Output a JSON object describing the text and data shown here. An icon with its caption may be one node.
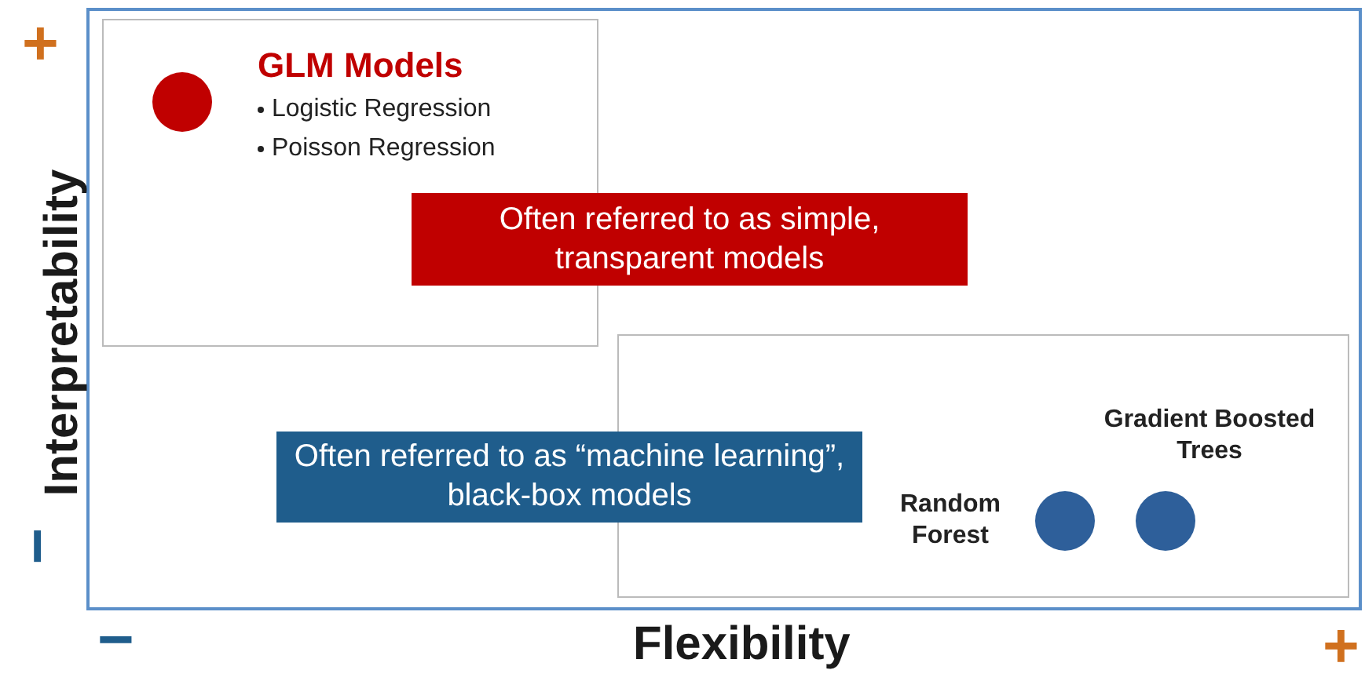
{
  "diagram": {
    "nodes": [
      {
        "text": [
          "GLM Models",
          "Logistic Regression",
          "Poisson Regression"
        ]
      },
      {
        "text": [
          "Often referred to as simple, transparent models"
        ]
      },
      {
        "text": [],
        "shape": "box"
      },
      {
        "text": [
          "Often referred to as “machine learning”, black-box models"
        ]
      }
    ],
    "labels": [
      "+",
      "Interpretability",
      "Gradient Boosted Trees",
      "Random Forest",
      "−",
      "−",
      "Flexibility",
      "+"
    ]
  }
}
